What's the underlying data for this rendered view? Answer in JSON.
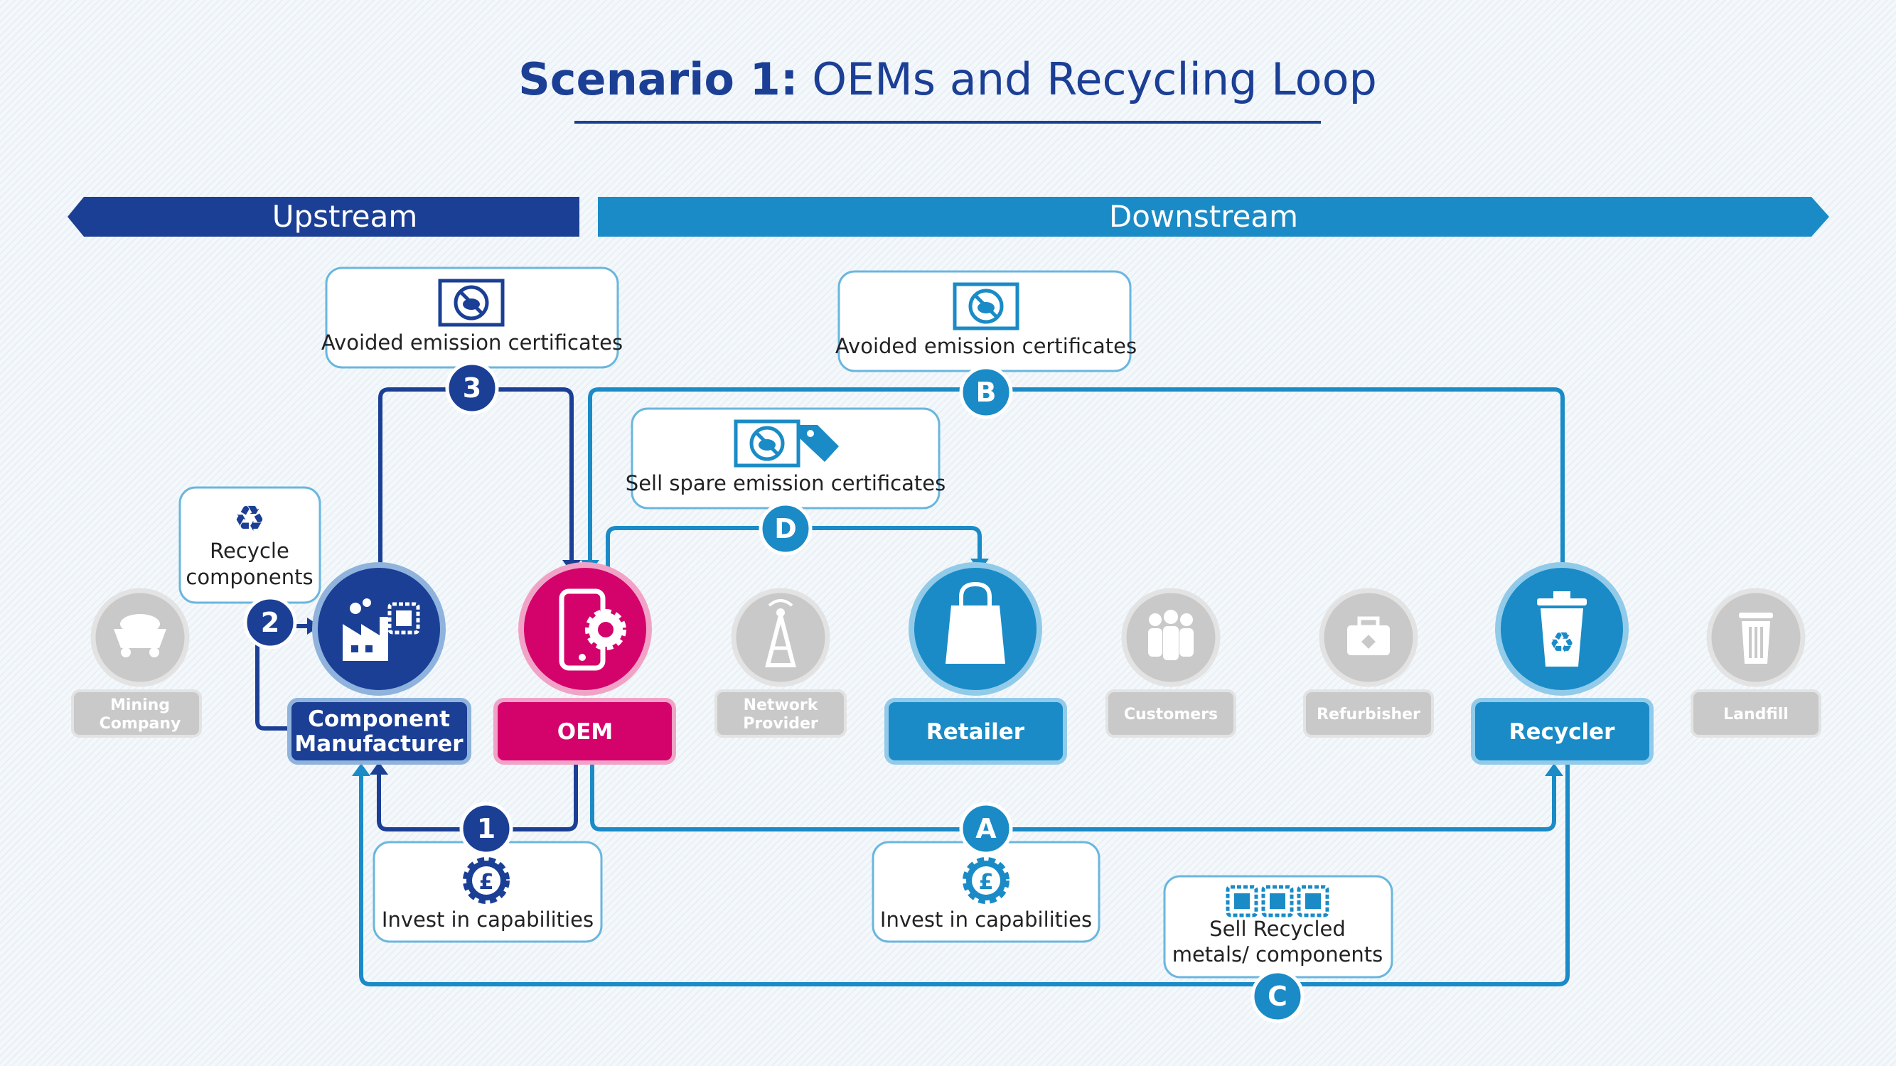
{
  "title": {
    "bold": "Scenario 1:",
    "rest": "OEMs and Recycling Loop"
  },
  "bands": {
    "upstream": "Upstream",
    "downstream": "Downstream"
  },
  "colors": {
    "navy": "#1b3f95",
    "blue": "#1a8bc6",
    "magenta": "#d3036b",
    "grey": "#c9c9c9",
    "card_border": "#6bb6de"
  },
  "nodes": [
    {
      "id": "mining",
      "label_lines": [
        "Mining",
        "Company"
      ],
      "icon": "mine-cart-icon",
      "active": false
    },
    {
      "id": "component",
      "label_lines": [
        "Component",
        "Manufacturer"
      ],
      "icon": "factory-chip-icon",
      "active": true,
      "color": "navy"
    },
    {
      "id": "oem",
      "label_lines": [
        "OEM"
      ],
      "icon": "phone-gear-icon",
      "active": true,
      "color": "magenta"
    },
    {
      "id": "network",
      "label_lines": [
        "Network",
        "Provider"
      ],
      "icon": "tower-icon",
      "active": false
    },
    {
      "id": "retailer",
      "label_lines": [
        "Retailer"
      ],
      "icon": "shopping-bag-icon",
      "active": true,
      "color": "blue"
    },
    {
      "id": "customers",
      "label_lines": [
        "Customers"
      ],
      "icon": "people-icon",
      "active": false
    },
    {
      "id": "refurbisher",
      "label_lines": [
        "Refurbisher"
      ],
      "icon": "toolbox-icon",
      "active": false
    },
    {
      "id": "recycler",
      "label_lines": [
        "Recycler"
      ],
      "icon": "recycle-bin-icon",
      "active": true,
      "color": "blue"
    },
    {
      "id": "landfill",
      "label_lines": [
        "Landfill"
      ],
      "icon": "trash-can-icon",
      "active": false
    }
  ],
  "flows": [
    {
      "id": "1",
      "badge": "1",
      "color": "navy",
      "lines": [
        "Invest in capabilities"
      ],
      "icon": "pound-gear-icon"
    },
    {
      "id": "2",
      "badge": "2",
      "color": "navy",
      "lines": [
        "Recycle",
        "components"
      ],
      "icon": "recycle-icon"
    },
    {
      "id": "3",
      "badge": "3",
      "color": "navy",
      "lines": [
        "Avoided emission certificates"
      ],
      "icon": "no-co2-certificate-icon"
    },
    {
      "id": "A",
      "badge": "A",
      "color": "blue",
      "lines": [
        "Invest in capabilities"
      ],
      "icon": "pound-gear-icon"
    },
    {
      "id": "B",
      "badge": "B",
      "color": "blue",
      "lines": [
        "Avoided emission certificates"
      ],
      "icon": "no-co2-certificate-icon"
    },
    {
      "id": "C",
      "badge": "C",
      "color": "blue",
      "lines": [
        "Sell Recycled",
        "metals/ components"
      ],
      "icon": "chips-icon"
    },
    {
      "id": "D",
      "badge": "D",
      "color": "blue",
      "lines": [
        "Sell spare emission certificates"
      ],
      "icon": "certificate-tag-icon"
    }
  ]
}
